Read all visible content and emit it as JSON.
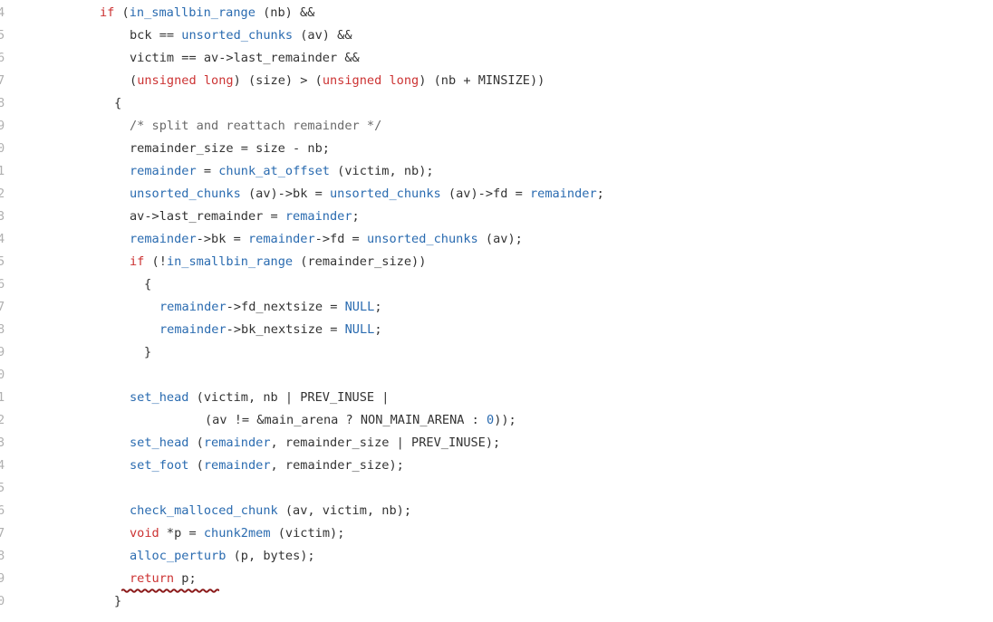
{
  "line_numbers": [
    "4",
    "5",
    "6",
    "7",
    "8",
    "9",
    "0",
    "1",
    "2",
    "3",
    "4",
    "5",
    "6",
    "7",
    "8",
    "9",
    "0",
    "1",
    "2",
    "3",
    "4",
    "5",
    "6",
    "7",
    "8",
    "9",
    "0"
  ],
  "colors": {
    "keyword": "#cc3333",
    "function": "#2a6bb0",
    "comment": "#6a6a6a",
    "plain": "#333333",
    "number": "#2a6bb0",
    "underline": "#8b1a1a"
  },
  "lines": [
    {
      "indent": 110,
      "tokens": [
        [
          "if",
          "kw"
        ],
        [
          " (",
          "p"
        ],
        [
          "in_smallbin_range",
          "fn"
        ],
        [
          " (nb) &&",
          "p"
        ]
      ]
    },
    {
      "indent": 143,
      "tokens": [
        [
          "bck == ",
          "p"
        ],
        [
          "unsorted_chunks",
          "fn"
        ],
        [
          " (av) &&",
          "p"
        ]
      ]
    },
    {
      "indent": 143,
      "tokens": [
        [
          "victim == av->last_remainder &&",
          "p"
        ]
      ]
    },
    {
      "indent": 143,
      "tokens": [
        [
          "(",
          "p"
        ],
        [
          "unsigned long",
          "kw"
        ],
        [
          ") (size) > (",
          "p"
        ],
        [
          "unsigned long",
          "kw"
        ],
        [
          ") (nb + MINSIZE))",
          "p"
        ]
      ]
    },
    {
      "indent": 126,
      "tokens": [
        [
          "{",
          "p"
        ]
      ]
    },
    {
      "indent": 143,
      "tokens": [
        [
          "/* split and reattach remainder */",
          "cm"
        ]
      ]
    },
    {
      "indent": 143,
      "tokens": [
        [
          "remainder_size = size - nb;",
          "p"
        ]
      ]
    },
    {
      "indent": 143,
      "tokens": [
        [
          "remainder",
          "fn"
        ],
        [
          " = ",
          "p"
        ],
        [
          "chunk_at_offset",
          "fn"
        ],
        [
          " (victim, nb);",
          "p"
        ]
      ]
    },
    {
      "indent": 143,
      "tokens": [
        [
          "unsorted_chunks",
          "fn"
        ],
        [
          " (av)->bk = ",
          "p"
        ],
        [
          "unsorted_chunks",
          "fn"
        ],
        [
          " (av)->fd = ",
          "p"
        ],
        [
          "remainder",
          "fn"
        ],
        [
          ";",
          "p"
        ]
      ]
    },
    {
      "indent": 143,
      "tokens": [
        [
          "av->last_remainder = ",
          "p"
        ],
        [
          "remainder",
          "fn"
        ],
        [
          ";",
          "p"
        ]
      ]
    },
    {
      "indent": 143,
      "tokens": [
        [
          "remainder",
          "fn"
        ],
        [
          "->bk = ",
          "p"
        ],
        [
          "remainder",
          "fn"
        ],
        [
          "->fd = ",
          "p"
        ],
        [
          "unsorted_chunks",
          "fn"
        ],
        [
          " (av);",
          "p"
        ]
      ]
    },
    {
      "indent": 143,
      "tokens": [
        [
          "if",
          "kw"
        ],
        [
          " (!",
          "p"
        ],
        [
          "in_smallbin_range",
          "fn"
        ],
        [
          " (remainder_size))",
          "p"
        ]
      ]
    },
    {
      "indent": 159,
      "tokens": [
        [
          "{",
          "p"
        ]
      ]
    },
    {
      "indent": 176,
      "tokens": [
        [
          "remainder",
          "fn"
        ],
        [
          "->fd_nextsize = ",
          "p"
        ],
        [
          "NULL",
          "fn"
        ],
        [
          ";",
          "p"
        ]
      ]
    },
    {
      "indent": 176,
      "tokens": [
        [
          "remainder",
          "fn"
        ],
        [
          "->bk_nextsize = ",
          "p"
        ],
        [
          "NULL",
          "fn"
        ],
        [
          ";",
          "p"
        ]
      ]
    },
    {
      "indent": 159,
      "tokens": [
        [
          "}",
          "p"
        ]
      ]
    },
    {
      "indent": 143,
      "tokens": []
    },
    {
      "indent": 143,
      "tokens": [
        [
          "set_head",
          "fn"
        ],
        [
          " (victim, nb | PREV_INUSE |",
          "p"
        ]
      ]
    },
    {
      "indent": 226,
      "tokens": [
        [
          "(av != &main_arena ? NON_MAIN_ARENA : ",
          "p"
        ],
        [
          "0",
          "num"
        ],
        [
          "));",
          "p"
        ]
      ]
    },
    {
      "indent": 143,
      "tokens": [
        [
          "set_head",
          "fn"
        ],
        [
          " (",
          "p"
        ],
        [
          "remainder",
          "fn"
        ],
        [
          ", remainder_size | PREV_INUSE);",
          "p"
        ]
      ]
    },
    {
      "indent": 143,
      "tokens": [
        [
          "set_foot",
          "fn"
        ],
        [
          " (",
          "p"
        ],
        [
          "remainder",
          "fn"
        ],
        [
          ", remainder_size);",
          "p"
        ]
      ]
    },
    {
      "indent": 143,
      "tokens": []
    },
    {
      "indent": 143,
      "tokens": [
        [
          "check_malloced_chunk",
          "fn"
        ],
        [
          " (av, victim, nb);",
          "p"
        ]
      ]
    },
    {
      "indent": 143,
      "tokens": [
        [
          "void",
          "kw"
        ],
        [
          " *p = ",
          "p"
        ],
        [
          "chunk2mem",
          "fn"
        ],
        [
          " (victim);",
          "p"
        ]
      ]
    },
    {
      "indent": 143,
      "tokens": [
        [
          "alloc_perturb",
          "fn"
        ],
        [
          " (p, bytes);",
          "p"
        ]
      ]
    },
    {
      "indent": 143,
      "tokens": [
        [
          "return",
          "kw"
        ],
        [
          " p;",
          "p"
        ]
      ]
    },
    {
      "indent": 126,
      "tokens": [
        [
          "}",
          "p"
        ]
      ]
    }
  ]
}
